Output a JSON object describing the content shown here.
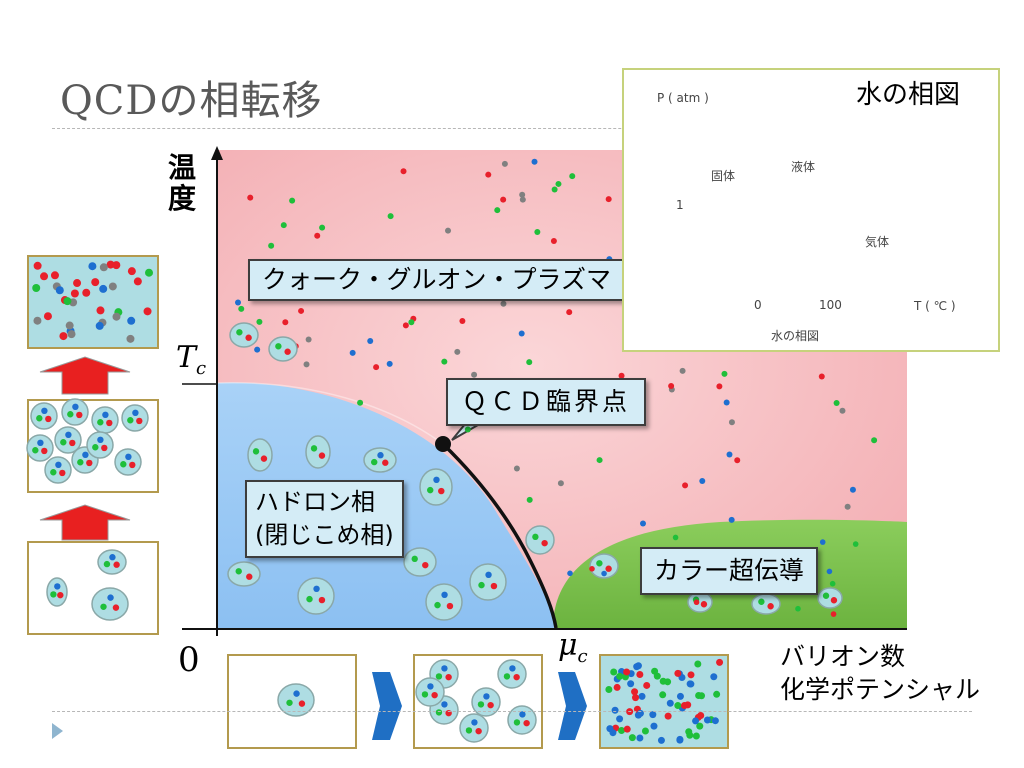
{
  "slide": {
    "title": "QCDの相転移"
  },
  "phases": {
    "qgp": "クォーク・グルオン・プラズマ",
    "critical_point": "ＱＣＤ臨界点",
    "hadron": [
      "ハドロン相",
      "(閉じこめ相)"
    ],
    "color_superconductivity": "カラー超伝導"
  },
  "axes": {
    "y_label": "温度",
    "origin": "0",
    "tc": {
      "symbol": "T",
      "sub": "c"
    },
    "muc": {
      "symbol": "μ",
      "sub": "c"
    },
    "x_label": [
      "バリオン数",
      "化学ポテンシャル"
    ]
  },
  "water_inset": {
    "title": "水の相図",
    "y_axis": "P ( atm )",
    "x_axis": "T ( ℃ )",
    "tick_y": "1",
    "tick_x0": "0",
    "tick_x100": "100",
    "solid": "固体",
    "liquid": "液体",
    "gas": "気体",
    "caption": "水の相図"
  },
  "colors": {
    "qgp_region": "#f7c4c7",
    "hadron_region": "#9bcaf5",
    "color_sc_region": "#7cc24e",
    "quark_red": "#e8202b",
    "quark_green": "#1fbf3a",
    "quark_blue": "#1e6fd0",
    "gluon_gray": "#808080",
    "arrow_red": "#e82020",
    "arrow_blue": "#1f6fc4",
    "panel_border": "#b39a4e",
    "hadron_cell": "#aedde3"
  },
  "icons": [
    "red-up-arrow-icon",
    "blue-right-arrow-icon",
    "slide-bullet-triangle-icon"
  ]
}
